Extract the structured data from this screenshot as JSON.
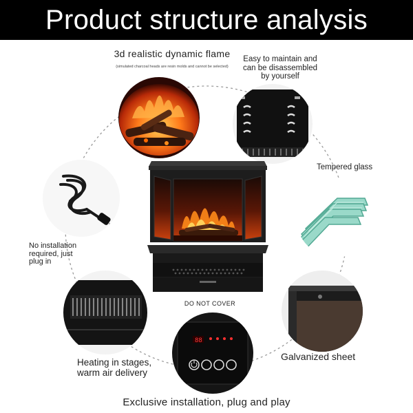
{
  "header": {
    "title": "Product structure analysis"
  },
  "features": {
    "flame": {
      "title": "3d realistic dynamic flame",
      "note": "(simulated charcoal heads are resin molds and cannot be selected)"
    },
    "maintain": {
      "line1": "Easy to maintain and",
      "line2": "can be disassembled",
      "line3": "by yourself"
    },
    "glass": {
      "title": "Tempered glass"
    },
    "no_install": {
      "line1": "No installation",
      "line2": "required, just",
      "line3": "plug in"
    },
    "do_not_cover": {
      "title": "DO NOT COVER"
    },
    "heating": {
      "line1": "Heating in stages,",
      "line2": "warm air delivery"
    },
    "galvanized": {
      "title": "Galvanized sheet"
    },
    "exclusive": {
      "title": "Exclusive installation, plug and play"
    }
  },
  "icons": [
    "flame-closeup-image",
    "panel-clips-image",
    "power-cord-image",
    "tempered-glass-image",
    "heating-grille-image",
    "control-panel-image",
    "galvanized-corner-image",
    "fireplace-product-image"
  ]
}
